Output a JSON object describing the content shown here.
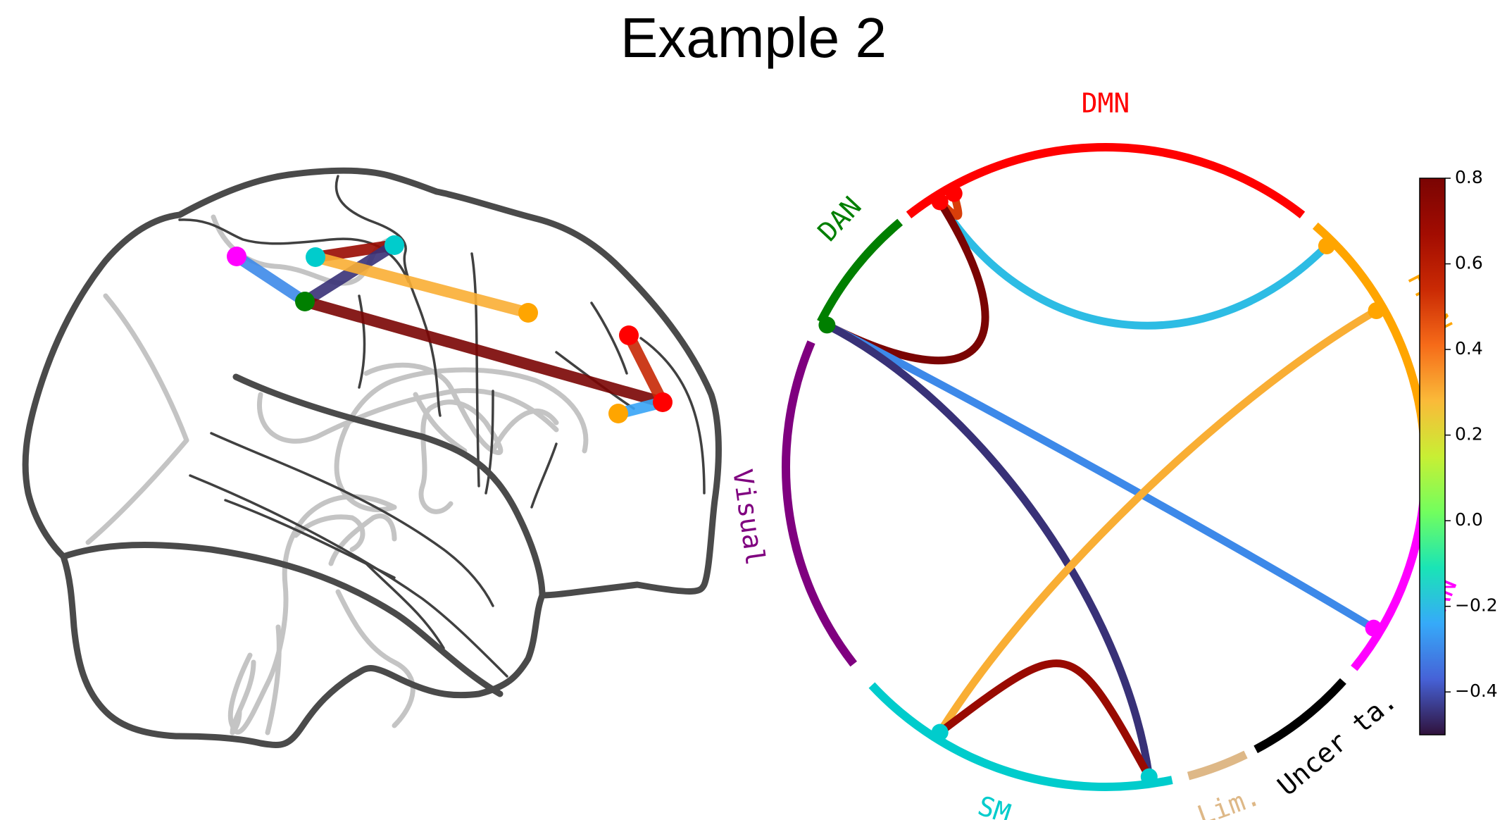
{
  "title": "Example 2",
  "brain": {
    "nodes": [
      {
        "name": "node-magenta",
        "color": "#ff00ff"
      },
      {
        "name": "node-cyan-a",
        "color": "#00cccc"
      },
      {
        "name": "node-cyan-b",
        "color": "#00cccc"
      },
      {
        "name": "node-green",
        "color": "#007f00"
      },
      {
        "name": "node-orange-a",
        "color": "#ffa500"
      },
      {
        "name": "node-red-a",
        "color": "#ff0000"
      },
      {
        "name": "node-red-b",
        "color": "#ff0000"
      },
      {
        "name": "node-orange-b",
        "color": "#ffa500"
      }
    ],
    "edges": [
      {
        "from": 0,
        "to": 3,
        "value": -0.3
      },
      {
        "from": 1,
        "to": 2,
        "value": 0.7
      },
      {
        "from": 2,
        "to": 3,
        "value": -0.45
      },
      {
        "from": 1,
        "to": 4,
        "value": 0.3
      },
      {
        "from": 3,
        "to": 6,
        "value": 0.8
      },
      {
        "from": 5,
        "to": 6,
        "value": 0.55
      },
      {
        "from": 6,
        "to": 7,
        "value": -0.25
      }
    ]
  },
  "chord": {
    "networks": [
      {
        "label": "DMN",
        "color": "#ff0000"
      },
      {
        "label": "FPCN",
        "color": "#ffa500"
      },
      {
        "label": "VAN",
        "color": "#ff00ff"
      },
      {
        "label": "Uncer ta.",
        "color": "#000000"
      },
      {
        "label": "Lim.",
        "color": "#deb887"
      },
      {
        "label": "SM",
        "color": "#00cccc"
      },
      {
        "label": "Visual",
        "color": "#7f007f"
      },
      {
        "label": "DAN",
        "color": "#007f00"
      }
    ],
    "connections": [
      {
        "from": "DMN",
        "to": "FPCN",
        "value": -0.2
      },
      {
        "from": "DMN",
        "to": "DMN",
        "value": 0.5
      },
      {
        "from": "DMN",
        "to": "DAN",
        "value": 0.8
      },
      {
        "from": "DAN",
        "to": "VAN",
        "value": -0.3
      },
      {
        "from": "DAN",
        "to": "SM",
        "value": -0.45
      },
      {
        "from": "FPCN",
        "to": "SM",
        "value": 0.3
      },
      {
        "from": "SM",
        "to": "SM",
        "value": 0.7
      }
    ]
  },
  "colorbar": {
    "min": -0.5,
    "max": 0.8,
    "ticks": [
      "0.8",
      "0.6",
      "0.4",
      "0.2",
      "0.0",
      "−0.2",
      "−0.4"
    ],
    "tick_values": [
      0.8,
      0.6,
      0.4,
      0.2,
      0.0,
      -0.2,
      -0.4
    ],
    "colormap": "turbo"
  }
}
